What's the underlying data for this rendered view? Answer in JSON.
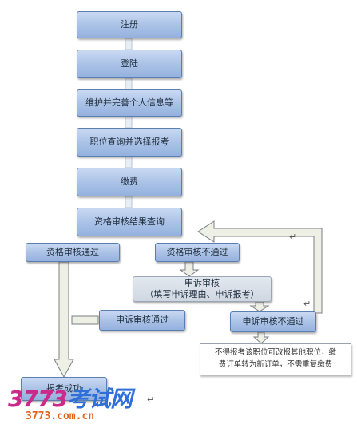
{
  "flow": {
    "register": "注册",
    "login": "登陆",
    "maintain_info": "维护并完善个人信息等",
    "select_job": "职位查询并选择报考",
    "pay": "缴费",
    "review_query": "资格审核结果查询",
    "review_pass": "资格审核通过",
    "review_fail": "资格审核不通过",
    "appeal_title": "申诉审核",
    "appeal_sub": "（填写申诉理由、申诉报考）",
    "appeal_pass": "申诉审核通过",
    "appeal_fail": "申诉审核不通过",
    "note_line1": "不得报考该职位可改报其他职位，缴",
    "note_line2": "费订单转为新订单，不需重复缴费",
    "success": "报考成功"
  },
  "marks": {
    "para": "↵"
  },
  "watermark": {
    "main_num": "3773",
    "main_cn": "考试网",
    "url": "3773.com.cn"
  },
  "colors": {
    "box_fill": "#a9c1e6",
    "box_border": "#5a7fb0",
    "gray_fill": "#cfd7e1",
    "arrow_fill": "#eef0e6",
    "arrow_stroke": "#7a7e86"
  }
}
